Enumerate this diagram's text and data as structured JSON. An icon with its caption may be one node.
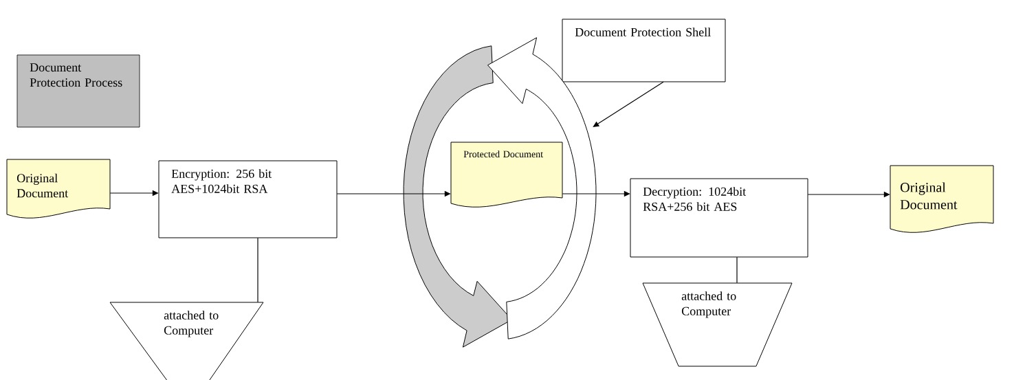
{
  "diagram": {
    "nodes": [
      {
        "text": [
          "Document Protection Process"
        ]
      },
      {
        "text": [
          "Document Protection Shell"
        ]
      },
      {
        "text": [
          "Original Document"
        ]
      },
      {
        "text": [
          "Encryption: 256 bit AES+1024bit RSA"
        ]
      },
      {
        "text": [],
        "shape": "picture"
      },
      {
        "text": [
          "Protected Document"
        ]
      },
      {
        "text": [
          "Decryption: 1024bit RSA+256 bit AES"
        ]
      },
      {
        "text": [
          "Original Document"
        ]
      },
      {
        "text": [
          "attached to Computer"
        ]
      },
      {
        "text": [
          "attached to Computer"
        ]
      }
    ],
    "edges": [
      {
        "from": 2,
        "to": 3,
        "arrow": "to"
      },
      {
        "from": 3,
        "to": 5,
        "arrow": "to"
      },
      {
        "from": 5,
        "to": 6,
        "arrow": "to"
      },
      {
        "from": 6,
        "to": 7,
        "arrow": "to"
      },
      {
        "from": 1,
        "to": 4,
        "arrow": "to"
      },
      {
        "from": 3,
        "to": 8,
        "arrow": "none"
      },
      {
        "from": 6,
        "to": 9,
        "arrow": "none"
      }
    ]
  }
}
